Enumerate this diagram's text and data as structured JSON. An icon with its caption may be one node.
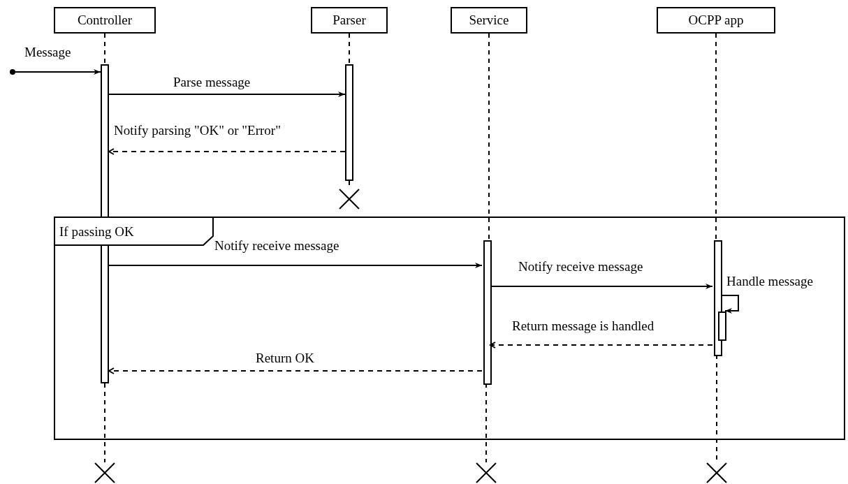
{
  "diagram": {
    "nodes": [
      {
        "text": [
          "Controller"
        ]
      },
      {
        "text": [
          "Parser"
        ]
      },
      {
        "text": [
          "Service"
        ]
      },
      {
        "text": [
          "OCPP app"
        ]
      },
      {
        "text": [],
        "shape": "bar"
      },
      {
        "text": [],
        "shape": "bar"
      },
      {
        "text": [],
        "shape": "cross"
      },
      {
        "text": [
          "If passing OK"
        ]
      },
      {
        "text": [],
        "shape": "bar",
        "in": 7
      },
      {
        "text": [],
        "shape": "bar",
        "in": 7
      },
      {
        "text": [],
        "shape": "bar",
        "in": 7
      },
      {
        "text": [],
        "shape": "cross"
      },
      {
        "text": [],
        "shape": "cross"
      },
      {
        "text": [],
        "shape": "cross"
      }
    ],
    "edges": [
      {
        "from": null,
        "to": 4,
        "arrow": "to",
        "label": "Message"
      },
      {
        "from": 4,
        "to": 5,
        "arrow": "to",
        "label": "Parse message"
      },
      {
        "from": 5,
        "to": 4,
        "arrow": "to",
        "style": "dashed",
        "label": "Notify parsing \"OK\" or \"Error\""
      },
      {
        "from": 4,
        "to": 8,
        "arrow": "to",
        "label": "Notify receive message"
      },
      {
        "from": 8,
        "to": 9,
        "arrow": "to",
        "label": "Notify receive message"
      },
      {
        "from": 9,
        "to": 10,
        "arrow": "to",
        "label": "Handle message"
      },
      {
        "from": 9,
        "to": 8,
        "arrow": "to",
        "style": "dashed",
        "label": "Return message is handled"
      },
      {
        "from": 8,
        "to": 4,
        "arrow": "to",
        "style": "dashed",
        "label": "Return OK"
      },
      {
        "from": 0,
        "to": 4,
        "arrow": "none",
        "style": "dashed"
      },
      {
        "from": 4,
        "to": 11,
        "arrow": "none",
        "style": "dashed"
      },
      {
        "from": 1,
        "to": 5,
        "arrow": "none",
        "style": "dashed"
      },
      {
        "from": 5,
        "to": 6,
        "arrow": "none",
        "style": "dashed"
      },
      {
        "from": 2,
        "to": 8,
        "arrow": "none",
        "style": "dashed"
      },
      {
        "from": 8,
        "to": 12,
        "arrow": "none",
        "style": "dashed"
      },
      {
        "from": 3,
        "to": 9,
        "arrow": "none",
        "style": "dashed"
      },
      {
        "from": 9,
        "to": 13,
        "arrow": "none",
        "style": "dashed"
      }
    ]
  }
}
